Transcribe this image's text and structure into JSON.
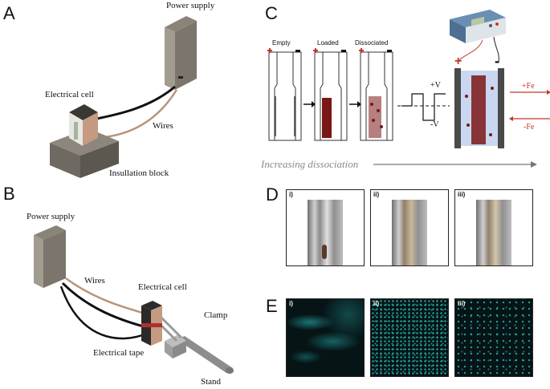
{
  "panels": {
    "a": {
      "letter": "A",
      "labels": {
        "power_supply": "Power supply",
        "electrical_cell": "Electrical cell",
        "wires": "Wires",
        "insulation_block": "Insullation block"
      }
    },
    "b": {
      "letter": "B",
      "labels": {
        "power_supply": "Power supply",
        "wires": "Wires",
        "electrical_cell": "Electrical cell",
        "clamp": "Clamp",
        "electrical_tape": "Electrical tape",
        "stand": "Stand"
      }
    },
    "c": {
      "letter": "C",
      "stages": [
        "Empty",
        "Loaded",
        "Dissociated"
      ],
      "plus_voltage": "+V",
      "minus_voltage": "-V",
      "plus_fe": "+Fe",
      "minus_fe": "-Fe",
      "axis_caption": "Increasing dissociation",
      "plus_sign": "+",
      "minus_sign": "-"
    },
    "d": {
      "letter": "D",
      "subpanels": [
        "i)",
        "ii)",
        "iii)"
      ]
    },
    "e": {
      "letter": "E",
      "subpanels": [
        "i)",
        "ii)",
        "iii)"
      ]
    }
  },
  "colors": {
    "red_accent": "#c0392b",
    "magnet_dark": "#4a4a4a",
    "particle": "#7a1717",
    "fluorescence": "#2ec4c4"
  }
}
